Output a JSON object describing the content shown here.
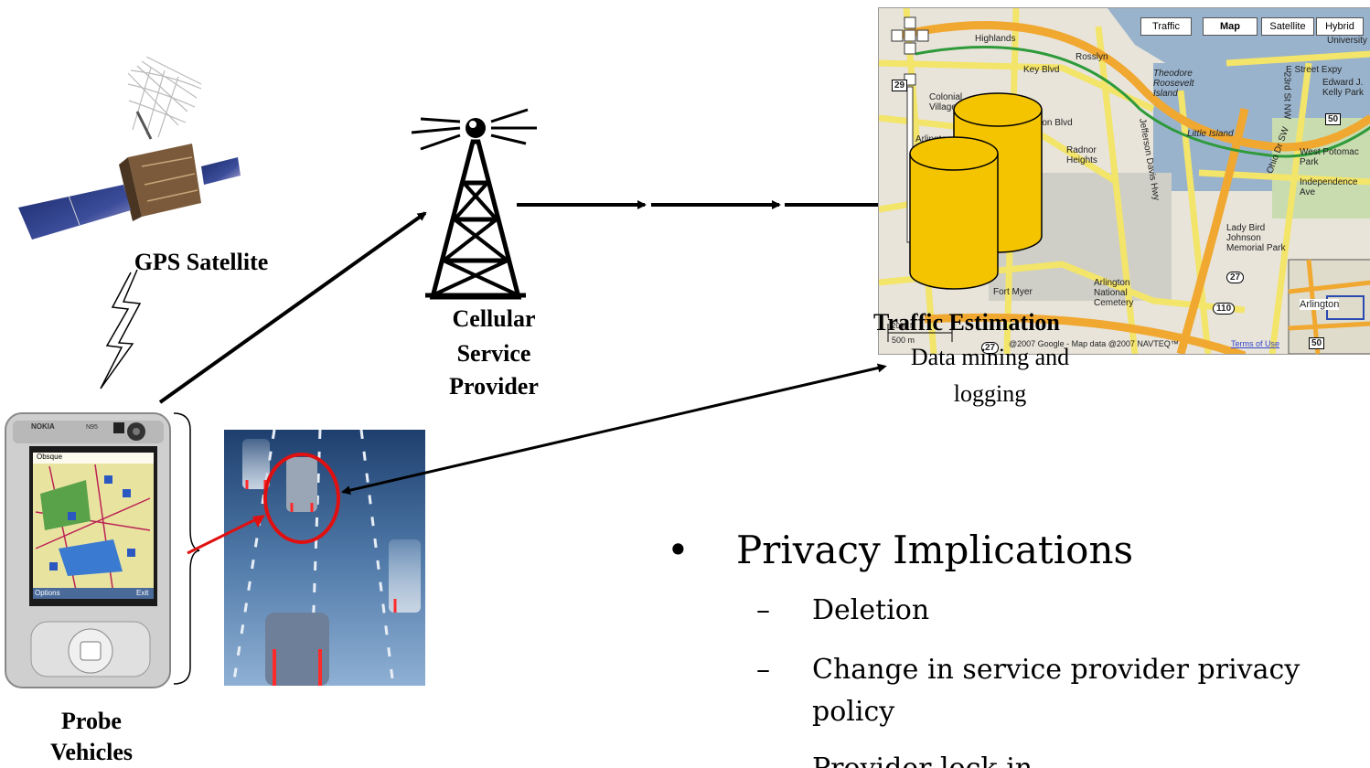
{
  "labels": {
    "gps": "GPS Satellite",
    "tower": [
      "Cellular",
      "Service",
      "Provider"
    ],
    "traffic_title": "Traffic Estimation",
    "traffic_sub": [
      "Data mining and",
      "logging"
    ],
    "probe": [
      "Probe",
      "Vehicles"
    ]
  },
  "map": {
    "buttons": [
      "Traffic",
      "Map",
      "Satellite",
      "Hybrid"
    ],
    "place_labels": [
      "Highlands",
      "Rosslyn",
      "Key Blvd",
      "Theodore Roosevelt Island",
      "Colonial Village",
      "Arlington Blvd",
      "Little Island",
      "Radnor Heights",
      "Fort Myer",
      "Arlington National Cemetery",
      "Lady Bird Johnson Memorial Park",
      "West Potomac Park",
      "Independence Ave",
      "E Street Expy",
      "Edward J. Kelly Park",
      "University",
      "Arlington",
      "Jefferson Davis Hwy",
      "23rd St NW",
      "Ohio Dr SW"
    ],
    "route_shields": [
      "29",
      "50",
      "27",
      "110",
      "50",
      "27"
    ],
    "scale": [
      "2000 ft",
      "500 m"
    ],
    "copyright": "@2007 Google - Map data @2007 NAVTEQ™",
    "terms": "Terms of Use",
    "overview_label": "Arlington"
  },
  "phone": {
    "brand": "NOKIA",
    "model": "N95",
    "screen_title": "Obsque",
    "softkeys": [
      "Options",
      "Exit"
    ]
  },
  "bullets": {
    "main": "Privacy Implications",
    "subs": [
      "Deletion",
      "Change in service provider privacy",
      "policy",
      "Provider lock-in"
    ]
  },
  "colors": {
    "database": "#f5c400",
    "road_yellow": "#f3e46a",
    "road_orange": "#f0a830",
    "highway_green": "#2e9a3a",
    "circle": "#e01010",
    "arrow": "#000000"
  }
}
